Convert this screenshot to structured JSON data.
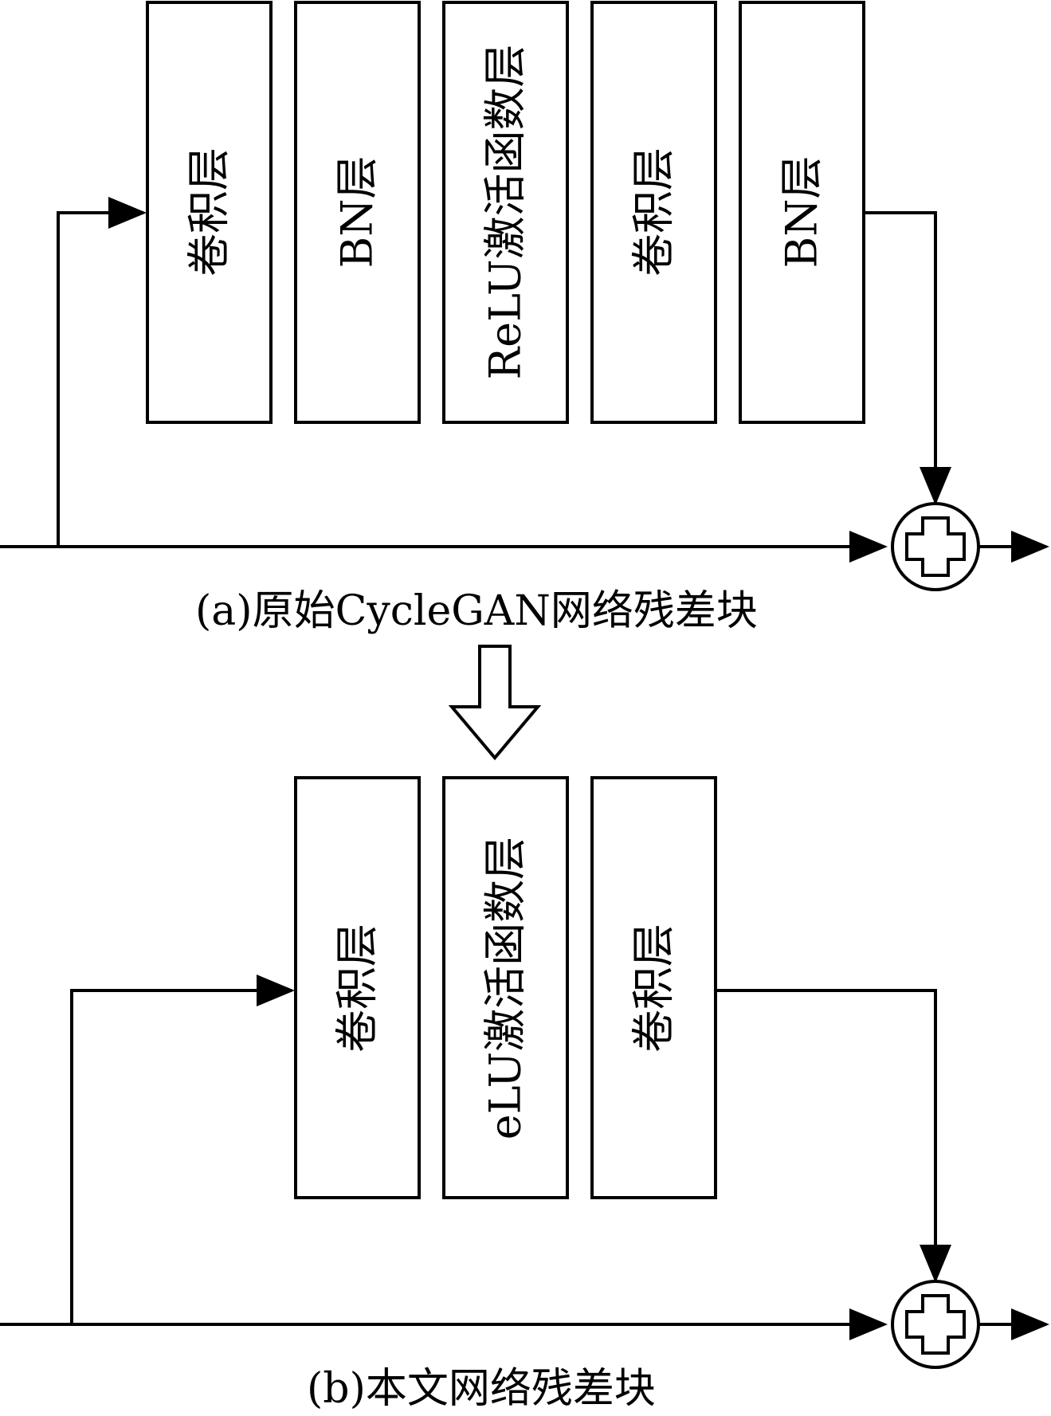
{
  "diagram_a": {
    "caption": "(a)原始CycleGAN网络残差块",
    "blocks": [
      {
        "label": "卷积层"
      },
      {
        "label": "BN层"
      },
      {
        "label": "ReLU激活函数层"
      },
      {
        "label": "卷积层"
      },
      {
        "label": "BN层"
      }
    ]
  },
  "diagram_b": {
    "caption": "(b)本文网络残差块",
    "blocks": [
      {
        "label": "卷积层"
      },
      {
        "label": "eLU激活函数层"
      },
      {
        "label": "卷积层"
      }
    ]
  },
  "symbols": {
    "sum_node": "plus-circle-icon",
    "transition_arrow": "hollow-down-arrow-icon"
  },
  "colors": {
    "stroke": "#000000",
    "background": "#ffffff"
  }
}
